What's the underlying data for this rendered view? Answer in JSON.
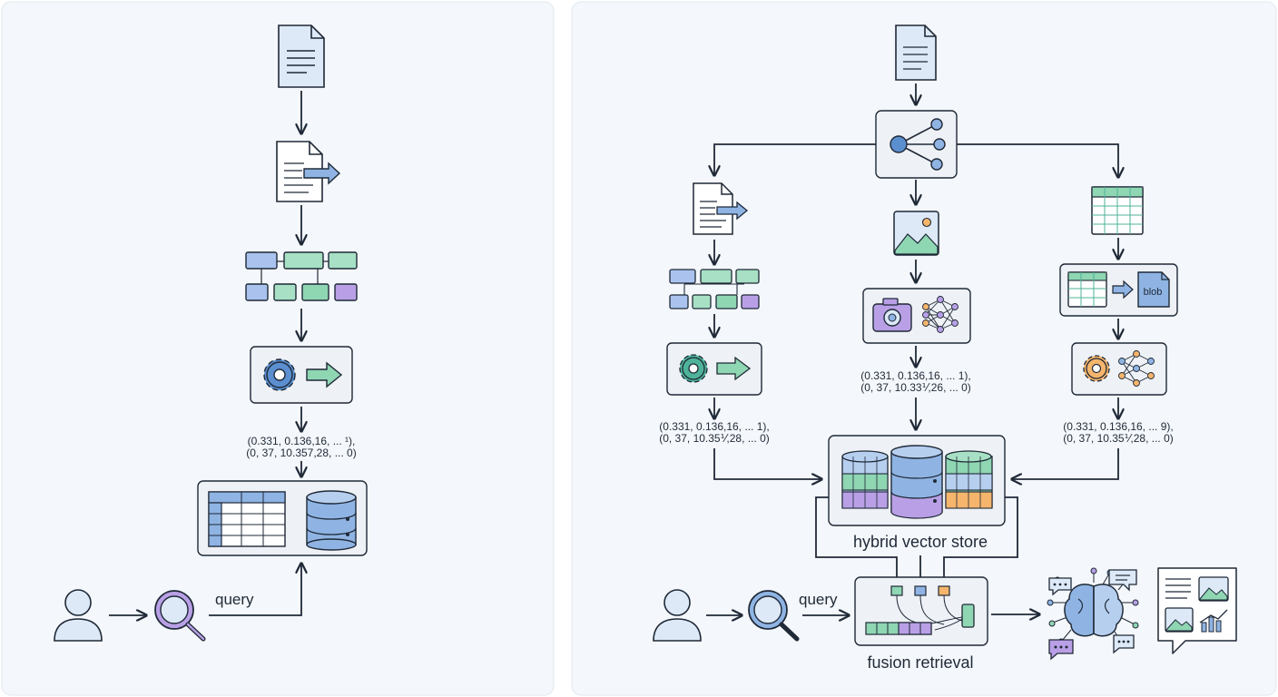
{
  "left": {
    "vector_lines": [
      "(0.331, 0.136,16, ... ¹),",
      "(0, 37, 10.357,28, ... 0)"
    ],
    "query_label": "query"
  },
  "right": {
    "text_vector_lines": [
      "(0.331, 0.136,16, ... 1),",
      "(0, 37, 10.35⅟,28, ... 0)"
    ],
    "image_vector_lines": [
      "(0.331, 0.136,16, ... 1),",
      "(0, 37, 10.33⅟,26, ... 0)"
    ],
    "table_vector_lines": [
      "(0.331, 0.136,16, ... 9),",
      "(0, 37, 10.35⅟,28, ... 0)"
    ],
    "blob_label": "blob",
    "store_label": "hybrid vector store",
    "query_label": "query",
    "fusion_label": "fusion retrieval"
  },
  "colors": {
    "panel_bg": "#f4f7fb",
    "stroke": "#1f2937",
    "blue": "#8fb4e3",
    "blue_dark": "#5b8fd0",
    "green": "#8fd6b3",
    "purple": "#b9a0e6",
    "orange": "#f5b56c",
    "doc": "#dde9f7"
  },
  "icons": [
    "document-icon",
    "document-arrow-icon",
    "chunks-icon",
    "gear-icon",
    "arrow-right-icon",
    "table-icon",
    "database-icon",
    "user-icon",
    "search-icon",
    "split-icon",
    "image-icon",
    "camera-icon",
    "neural-net-icon",
    "spreadsheet-icon",
    "brain-icon",
    "chat-icon",
    "report-icon"
  ]
}
